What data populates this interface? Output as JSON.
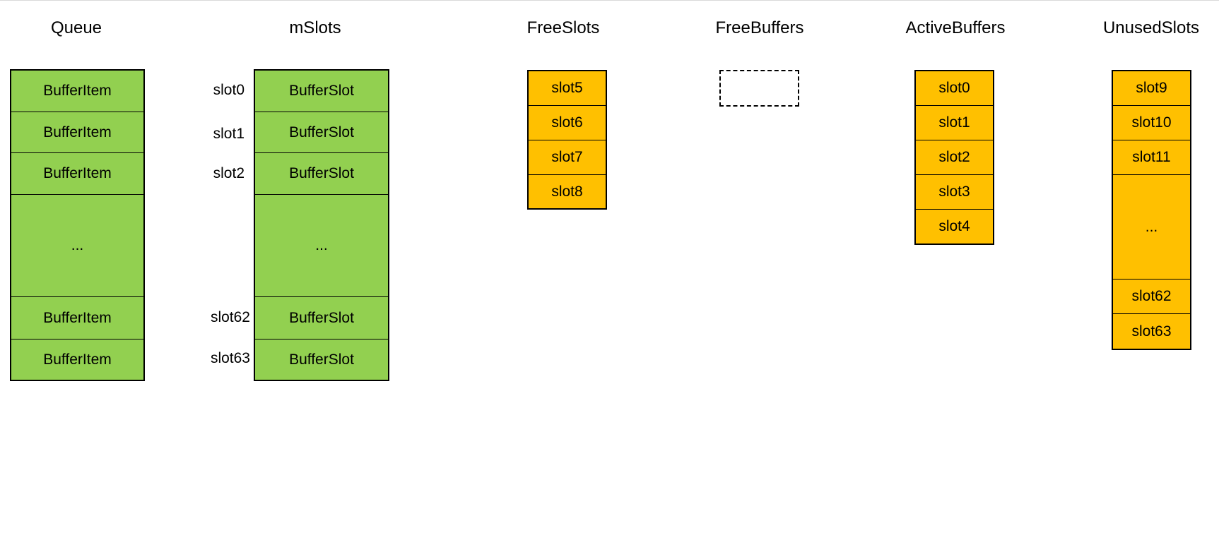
{
  "colors": {
    "green": "#92d050",
    "orange": "#ffc000",
    "border": "#000000"
  },
  "queue": {
    "title": "Queue",
    "cells": [
      "BufferItem",
      "BufferItem",
      "BufferItem",
      "...",
      "BufferItem",
      "BufferItem"
    ]
  },
  "mslots": {
    "title": "mSlots",
    "cells": [
      "BufferSlot",
      "BufferSlot",
      "BufferSlot",
      "...",
      "BufferSlot",
      "BufferSlot"
    ],
    "row_labels": [
      "slot0",
      "slot1",
      "slot2",
      "slot62",
      "slot63"
    ]
  },
  "free_slots": {
    "title": "FreeSlots",
    "cells": [
      "slot5",
      "slot6",
      "slot7",
      "slot8"
    ]
  },
  "free_buffers": {
    "title": "FreeBuffers"
  },
  "active_buffers": {
    "title": "ActiveBuffers",
    "cells": [
      "slot0",
      "slot1",
      "slot2",
      "slot3",
      "slot4"
    ]
  },
  "unused_slots": {
    "title": "UnusedSlots",
    "cells": [
      "slot9",
      "slot10",
      "slot11",
      "...",
      "slot62",
      "slot63"
    ]
  }
}
